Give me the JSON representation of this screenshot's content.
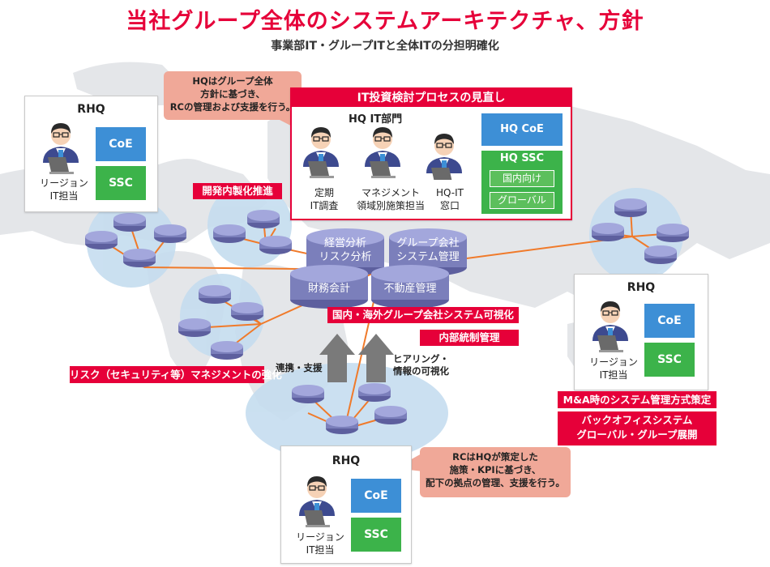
{
  "title": "当社グループ全体のシステムアーキテクチャ、方針",
  "subtitle": "事業部IT・グループITと全体ITの分担明確化",
  "colors": {
    "red": "#e60039",
    "blue": "#3d8fd6",
    "green": "#3cb34a",
    "callout": "#f0a898",
    "orange_line": "#f07a2a",
    "db": "#8a8fc4"
  },
  "callout_hq": {
    "line1": "HQはグループ全体",
    "line2": "方針に基づき、",
    "line3": "RCの管理および支援を行う。"
  },
  "callout_rc": {
    "line1": "RCはHQが策定した",
    "line2": "施策・KPIに基づき、",
    "line3": "配下の拠点の管理、支援を行う。"
  },
  "hq_it": {
    "header": "IT投資検討プロセスの見直し",
    "dept_title": "HQ IT部門",
    "people": [
      {
        "line1": "定期",
        "line2": "IT調査"
      },
      {
        "line1": "マネジメント",
        "line2": "領域別施策担当"
      },
      {
        "line1": "HQ-IT",
        "line2": "窓口"
      }
    ],
    "coe": "HQ CoE",
    "ssc": "HQ SSC",
    "ssc_items": [
      "国内向け",
      "グローバル"
    ]
  },
  "rhq_boxes": [
    {
      "title": "RHQ",
      "coe": "CoE",
      "ssc": "SSC",
      "line1": "リージョン",
      "line2": "IT担当"
    },
    {
      "title": "RHQ",
      "coe": "CoE",
      "ssc": "SSC",
      "line1": "リージョン",
      "line2": "IT担当"
    },
    {
      "title": "RHQ",
      "coe": "CoE",
      "ssc": "SSC",
      "line1": "リージョン",
      "line2": "IT担当"
    }
  ],
  "central_systems": {
    "top_left": {
      "line1": "経営分析",
      "line2": "リスク分析"
    },
    "top_right": {
      "line1": "グループ会社",
      "line2": "システム管理"
    },
    "bottom_left": "財務会計",
    "bottom_right": "不動産管理"
  },
  "tags": {
    "dev_insource": "開発内製化推進",
    "visualize": "国内・海外グループ会社システム可視化",
    "internal_control": "内部統制管理",
    "risk": "リスク（セキュリティ等）マネジメントの強化",
    "ma": "M&A時のシステム管理方式策定",
    "backoffice_line1": "バックオフィスシステム",
    "backoffice_line2": "グローバル・グループ展開"
  },
  "arrows": {
    "left_label": "連携・支援",
    "right_label_line1": "ヒアリング・",
    "right_label_line2": "情報の可視化"
  }
}
